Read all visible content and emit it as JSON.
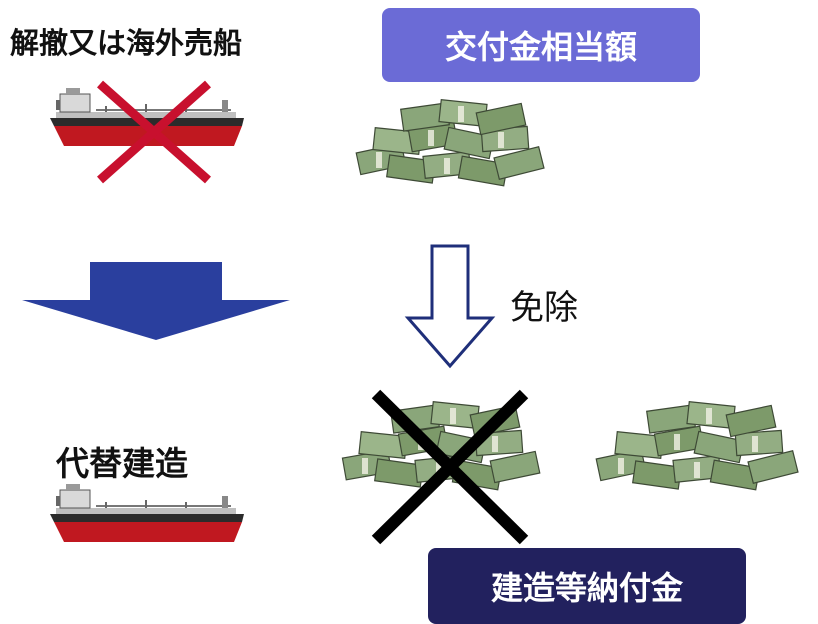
{
  "top_label": "解撤又は海外売船",
  "top_badge": "交付金相当額",
  "exemption_label": "免除",
  "bottom_label": "代替建造",
  "bottom_badge": "建造等納付金",
  "colors": {
    "top_badge": "#6b6bd6",
    "bottom_badge": "#22215e",
    "big_arrow": "#2a3f9e",
    "red_cross": "#c8102e",
    "black_cross": "#000000",
    "money": "#7d9a6a"
  },
  "icons": [
    "ship-icon",
    "cross-icon",
    "money-stack-icon",
    "down-arrow-icon",
    "hollow-down-arrow-icon"
  ]
}
